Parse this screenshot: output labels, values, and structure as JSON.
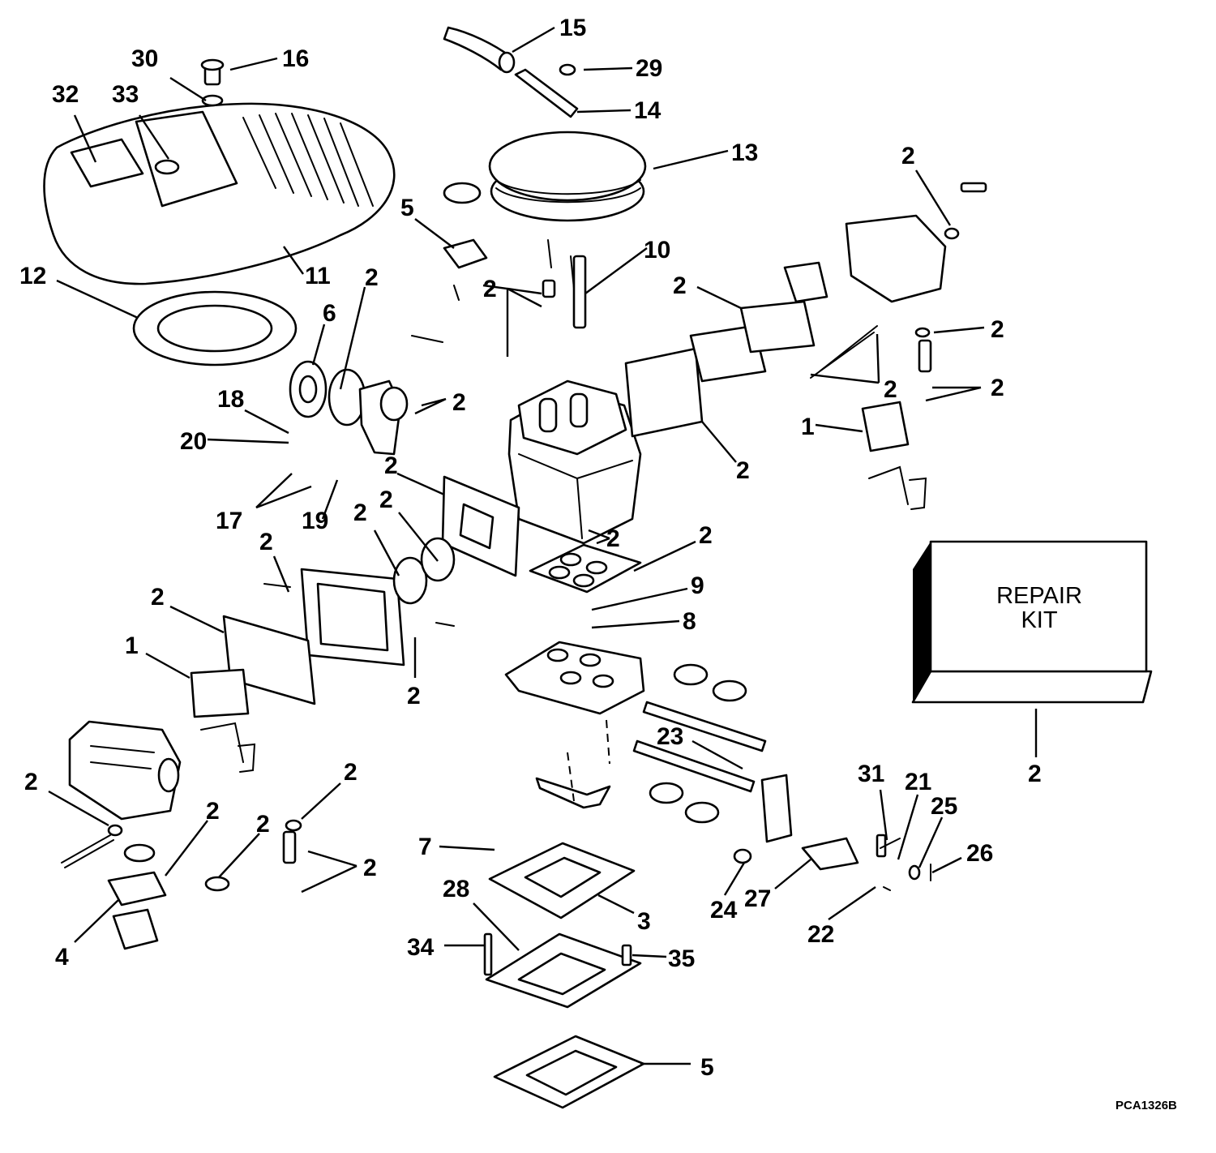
{
  "part_numbers": [
    "1",
    "2",
    "3",
    "4",
    "5",
    "6",
    "7",
    "8",
    "9",
    "10",
    "11",
    "12",
    "13",
    "14",
    "15",
    "16",
    "17",
    "18",
    "19",
    "20",
    "21",
    "22",
    "23",
    "24",
    "25",
    "26",
    "27",
    "28",
    "29",
    "30",
    "31",
    "32",
    "33",
    "34",
    "35"
  ],
  "repair_kit": {
    "line1": "REPAIR",
    "line2": "KIT"
  },
  "drawing_code": "PCA1326B",
  "colors": {
    "ink": "#000000",
    "paper": "#ffffff"
  }
}
